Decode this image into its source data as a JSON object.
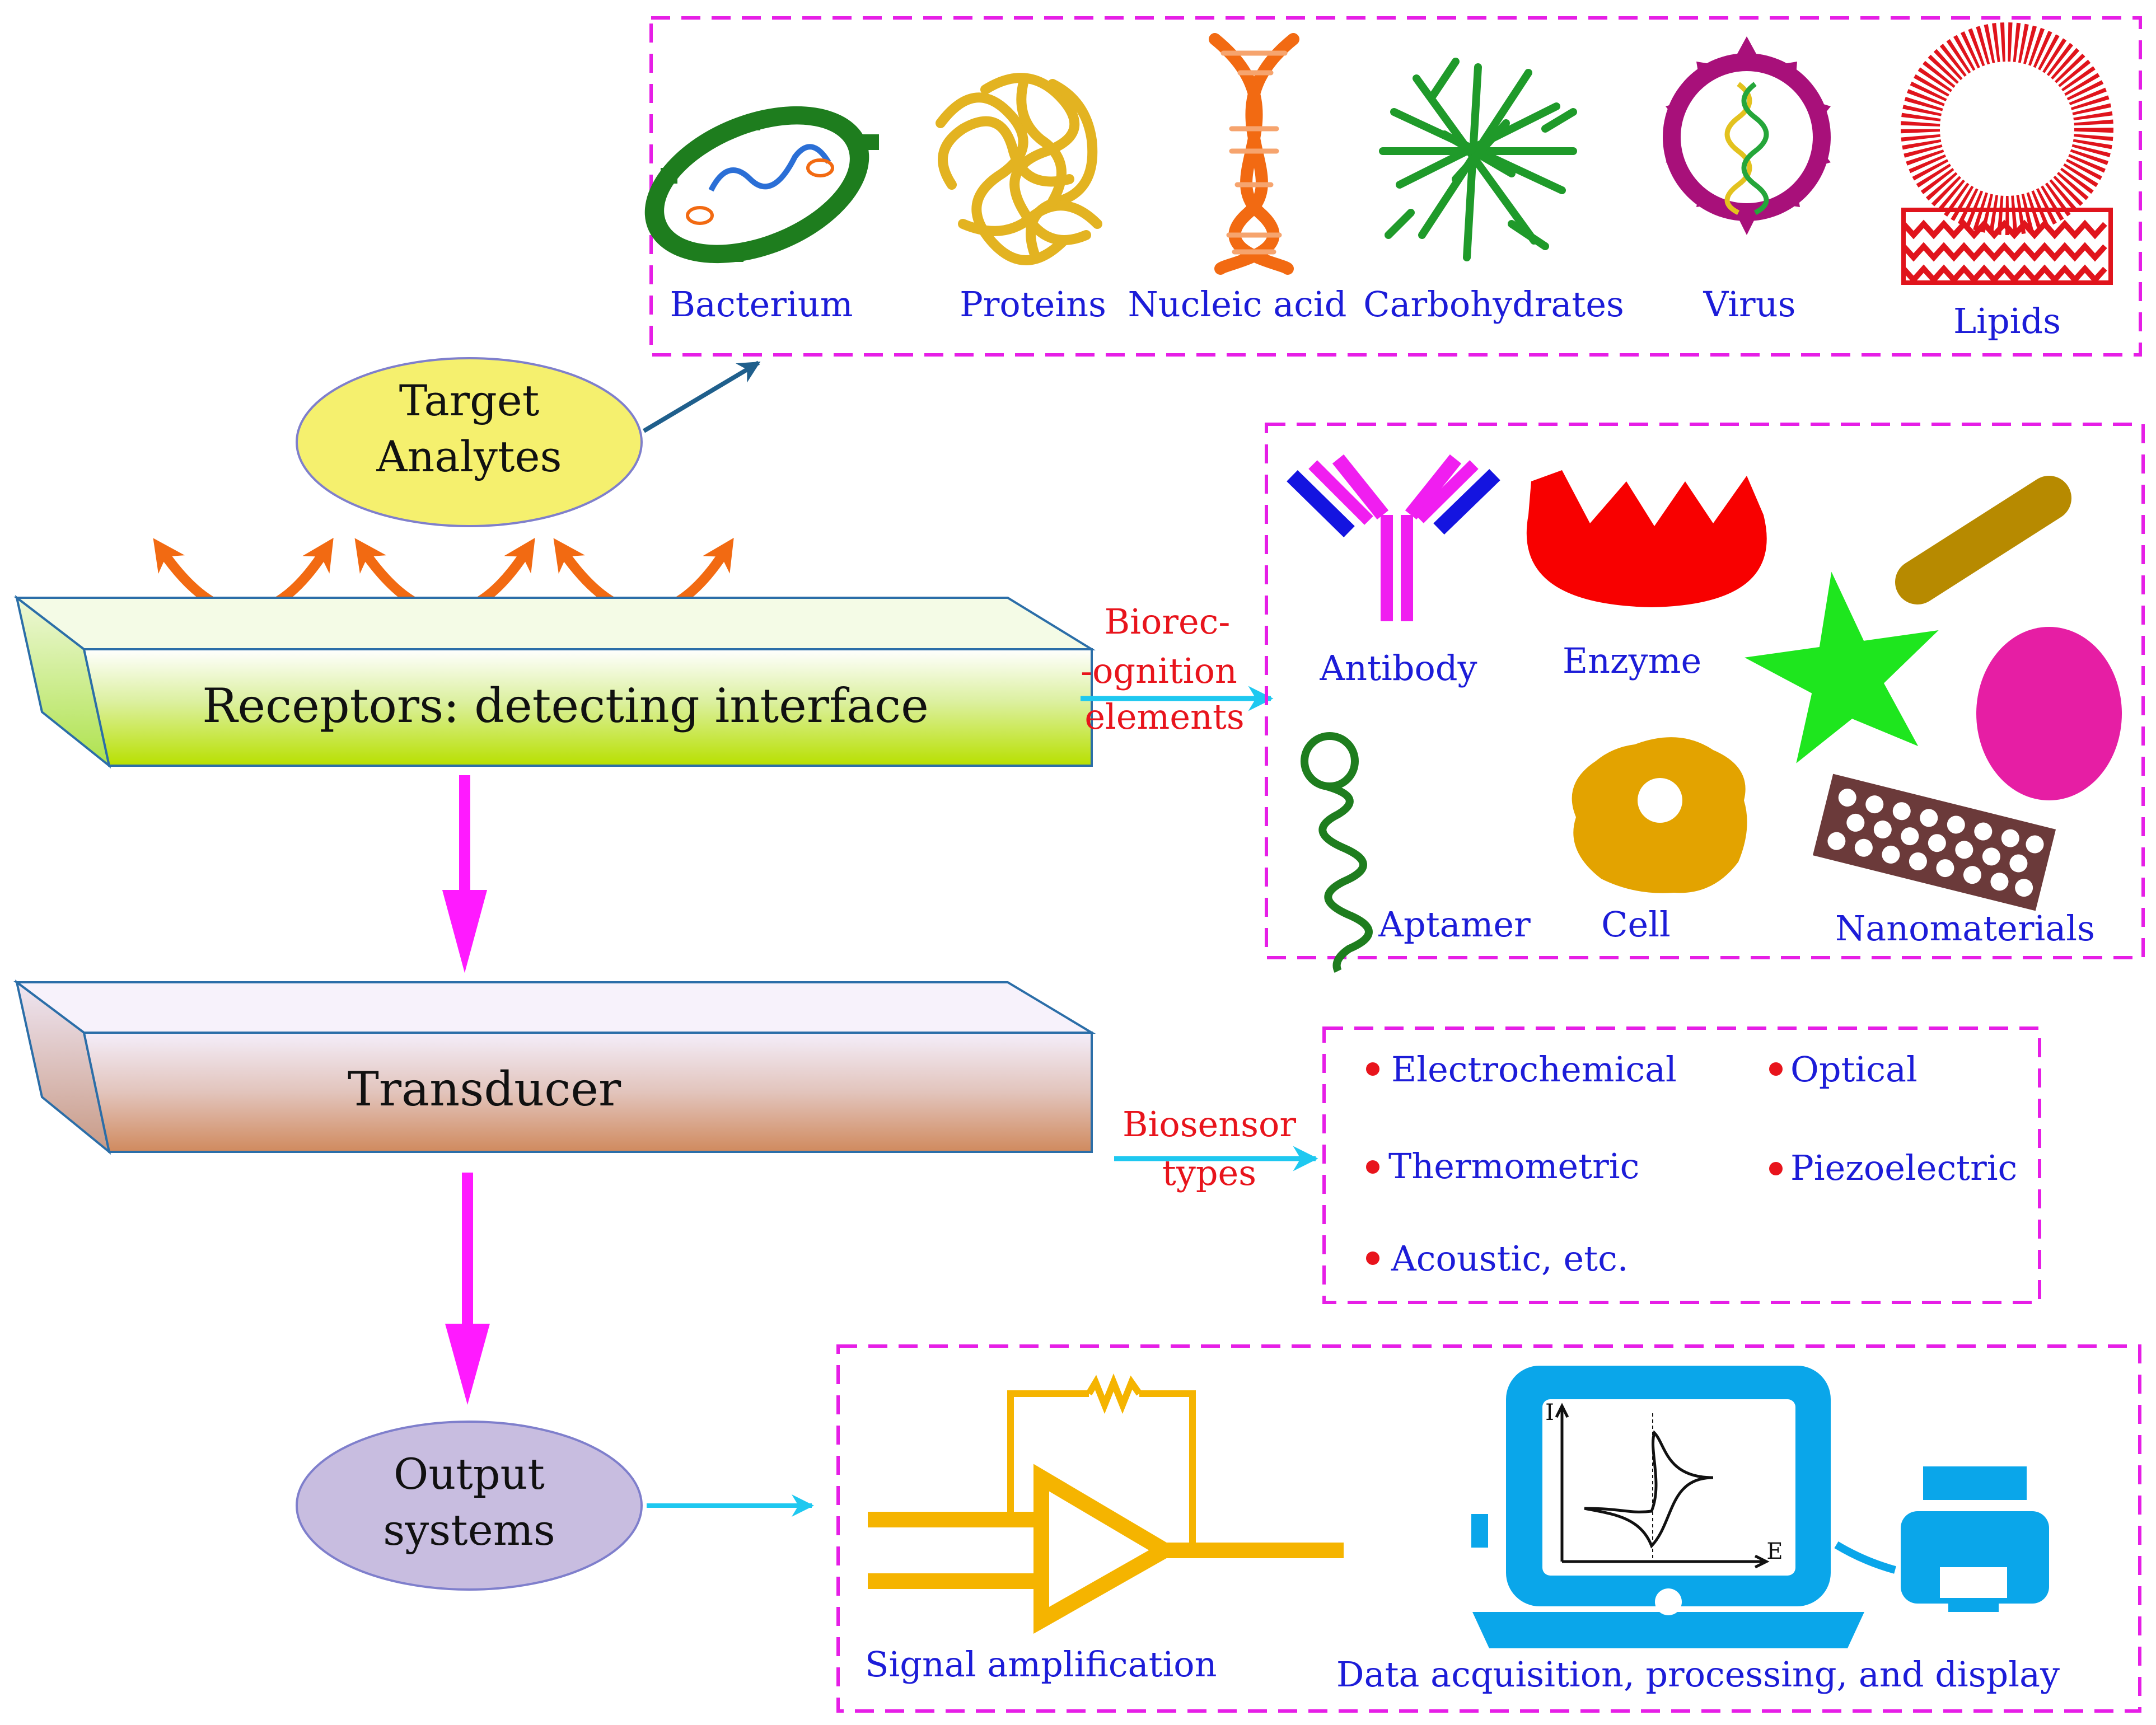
{
  "colors": {
    "dashed_box": "#e61ee6",
    "label_blue": "#1c1cd8",
    "label_red": "#e8141c",
    "flow_arrow": "#ff1aff",
    "cyan_arrow": "#1ec8f0",
    "receptor_green": "#c4e600",
    "transducer_brown": "#d9a07a",
    "target_ellipse": "#f5f06e",
    "output_ellipse": "#c8bde0"
  },
  "target_analytes": {
    "label_line1": "Target",
    "label_line2": "Analytes",
    "items": [
      "Bacterium",
      "Proteins",
      "Nucleic acid",
      "Carbohydrates",
      "Virus",
      "Lipids"
    ]
  },
  "receptors": {
    "label": "Receptors: detecting interface"
  },
  "bio_elements": {
    "arrow_label_line1": "Biorec-",
    "arrow_label_line2": "-ognition",
    "arrow_label_line3": "elements",
    "items": [
      "Antibody",
      "Enzyme",
      "Aptamer",
      "Cell",
      "Nanomaterials"
    ]
  },
  "transducer": {
    "label": "Transducer"
  },
  "biosensor_types": {
    "arrow_label_line1": "Biosensor",
    "arrow_label_line2": "types",
    "items": [
      "Electrochemical",
      "Optical",
      "Thermometric",
      "Piezoelectric",
      "Acoustic, etc."
    ]
  },
  "output": {
    "label_line1": "Output",
    "label_line2": "systems",
    "amplification_label": "Signal amplification",
    "display_label": "Data acquisition, processing, and display",
    "axis_i": "I",
    "axis_e": "E"
  },
  "icons": [
    "bacterium-icon",
    "protein-icon",
    "dna-icon",
    "carbohydrate-icon",
    "virus-icon",
    "lipid-icon",
    "antibody-icon",
    "enzyme-icon",
    "aptamer-icon",
    "cell-icon",
    "nanomaterials-icon",
    "amplifier-icon",
    "laptop-icon",
    "printer-icon"
  ]
}
